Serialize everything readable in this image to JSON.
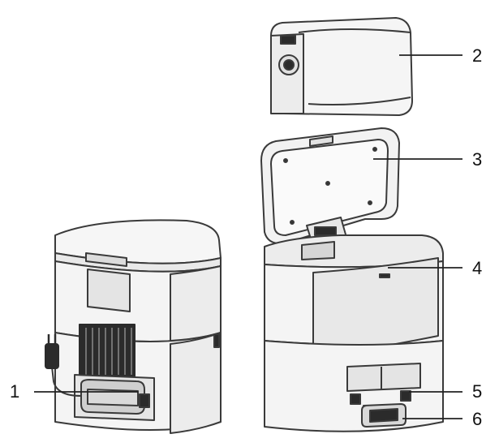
{
  "diagram": {
    "callouts": [
      {
        "id": "1",
        "label": "1"
      },
      {
        "id": "2",
        "label": "2"
      },
      {
        "id": "3",
        "label": "3"
      },
      {
        "id": "4",
        "label": "4"
      },
      {
        "id": "5",
        "label": "5"
      },
      {
        "id": "6",
        "label": "6"
      }
    ],
    "colors": {
      "line": "#3a3a3a",
      "light_fill": "#f4f4f4",
      "mid_fill": "#e6e6e6",
      "dark_fill": "#2b2b2b",
      "background": "#ffffff"
    }
  }
}
